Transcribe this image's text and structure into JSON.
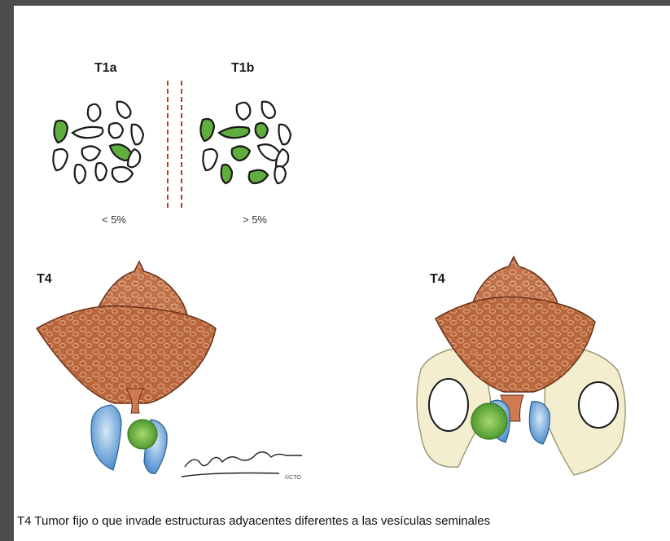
{
  "labels": {
    "t1a": "T1a",
    "t1b": "T1b",
    "t4_left": "T4",
    "t4_right": "T4"
  },
  "percents": {
    "less": "< 5%",
    "greater": "> 5%"
  },
  "caption": "T4 Tumor fijo o que invade estructuras adyacentes diferentes a las vesículas seminales",
  "copyright": "©CTO",
  "colors": {
    "tumor_green": "#5aa83a",
    "prostate_brown": "#b8643a",
    "vesicle_blue": "#6aa6d8",
    "bone_cream": "#f3eecf",
    "divider_red": "#c0392b"
  }
}
